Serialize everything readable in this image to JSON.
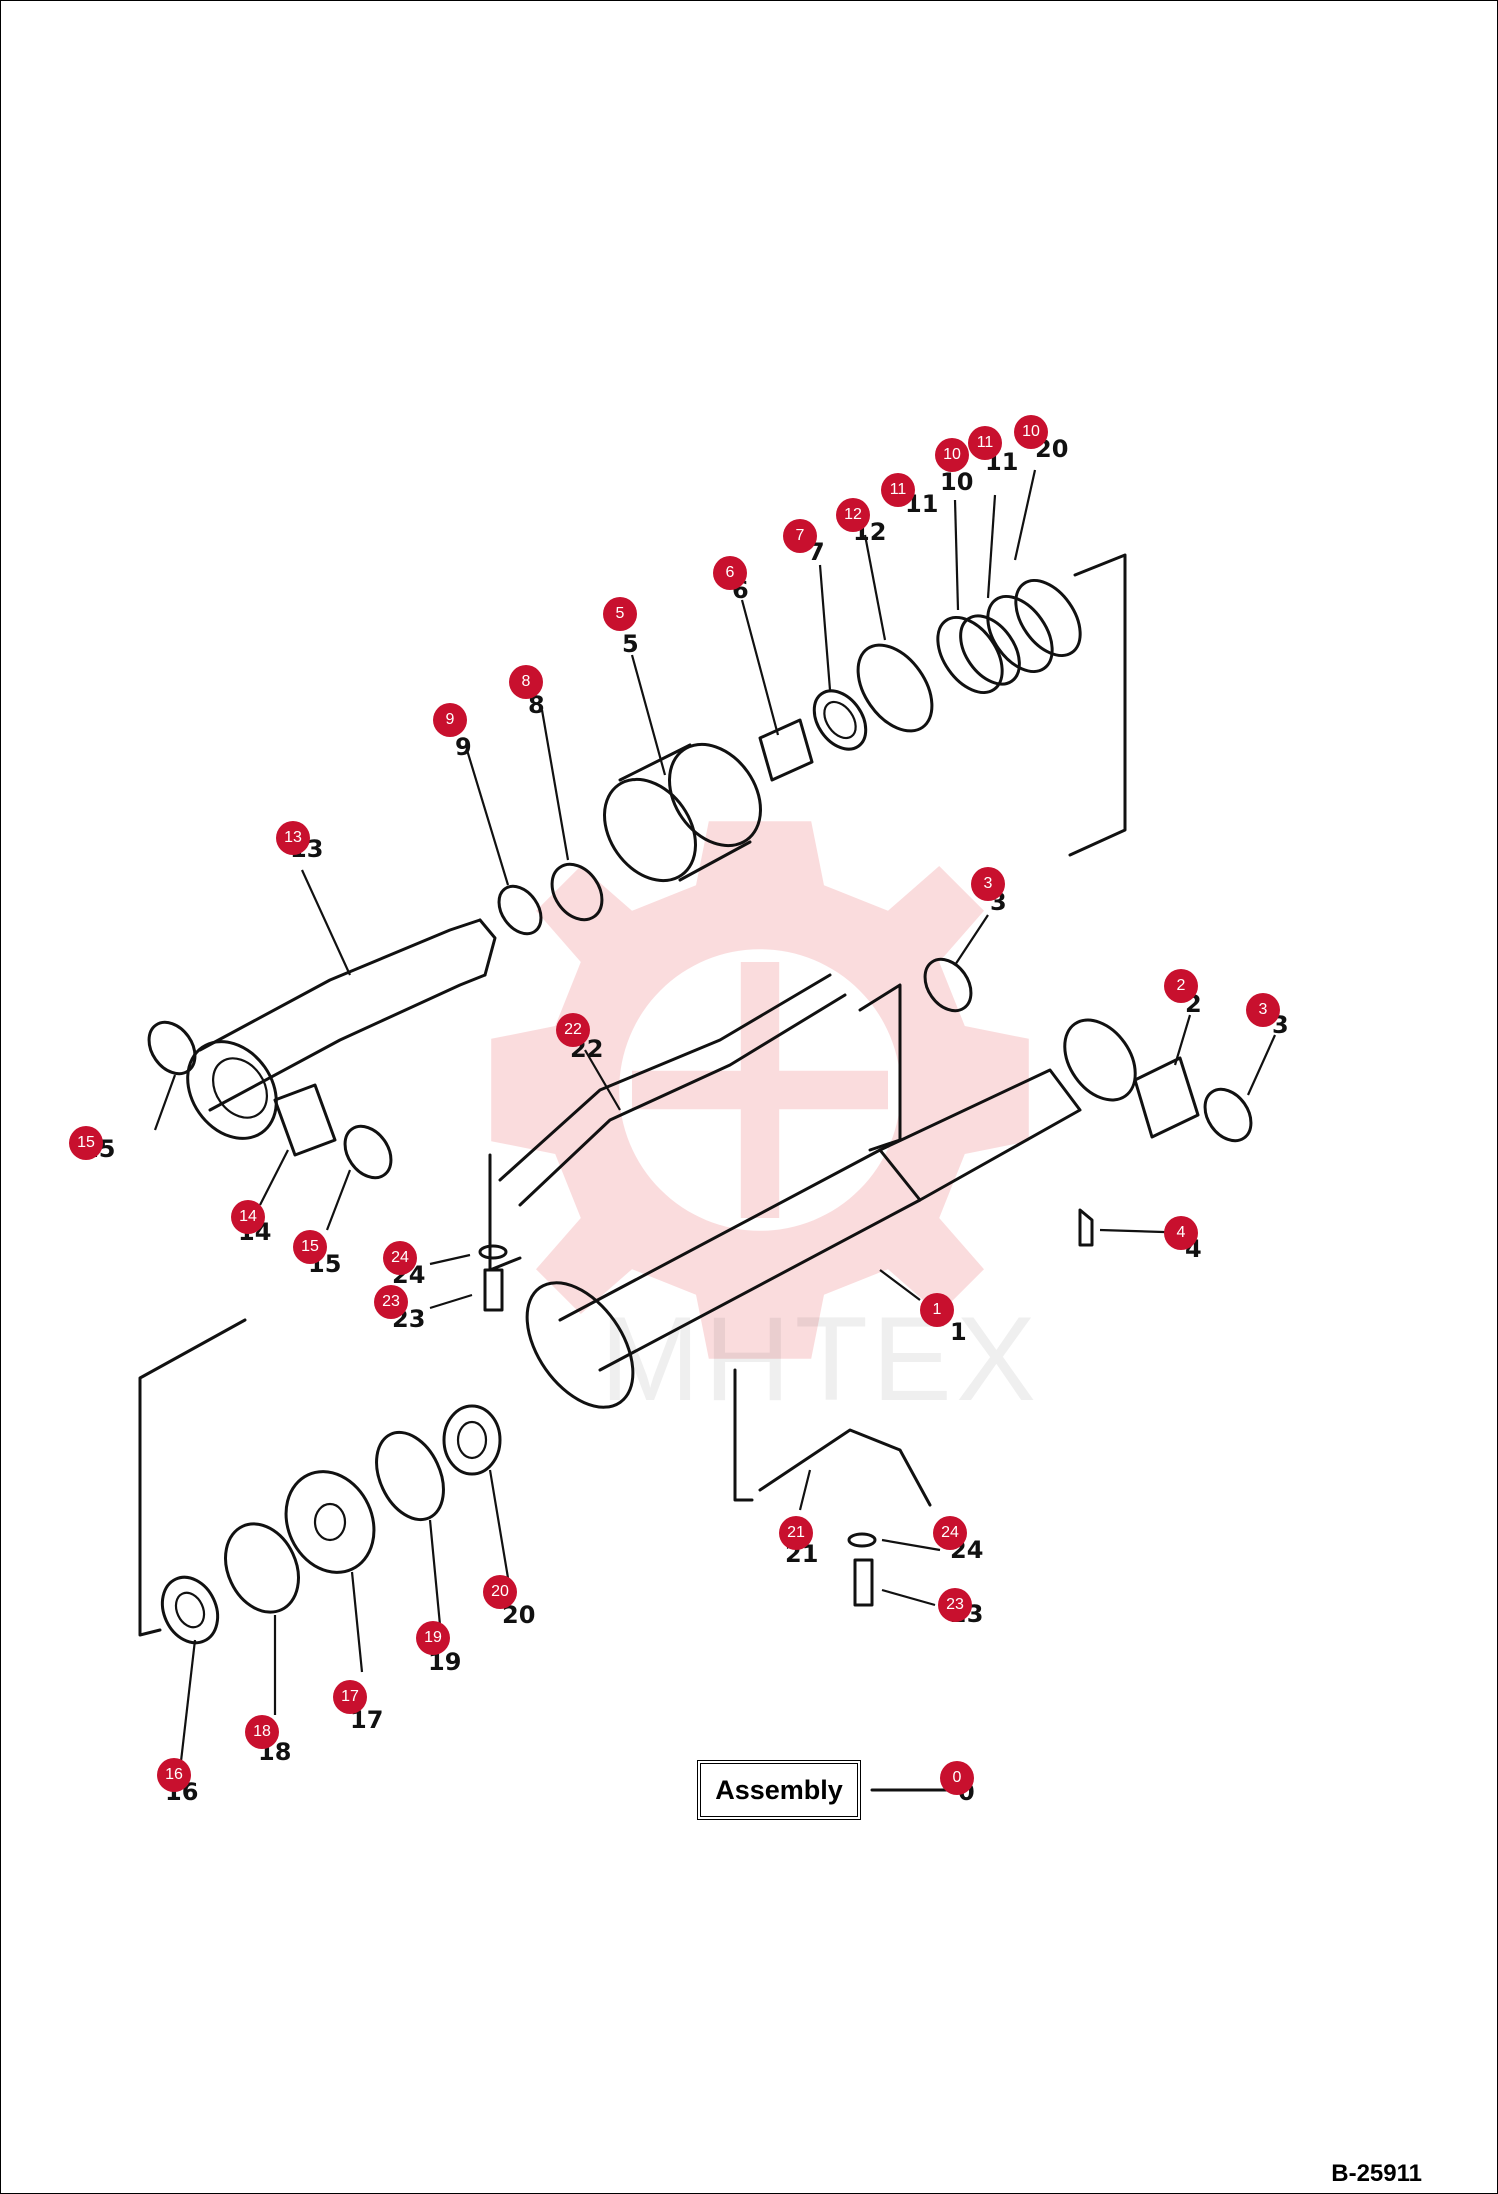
{
  "diagram": {
    "drawing_number": "B-25911",
    "assembly_label": "Assembly",
    "watermark_text": "МНТЕХ",
    "accent_color": "#c8102e",
    "icons": [
      "gear-watermark-icon"
    ],
    "callouts": [
      {
        "id": "c10a",
        "label": "10"
      },
      {
        "id": "c11a",
        "label": "11"
      },
      {
        "id": "c10b",
        "label": "10"
      },
      {
        "id": "c11b",
        "label": "11"
      },
      {
        "id": "c12",
        "label": "12"
      },
      {
        "id": "c7",
        "label": "7"
      },
      {
        "id": "c6",
        "label": "6"
      },
      {
        "id": "c5",
        "label": "5"
      },
      {
        "id": "c8",
        "label": "8"
      },
      {
        "id": "c9",
        "label": "9"
      },
      {
        "id": "c13",
        "label": "13"
      },
      {
        "id": "c3a",
        "label": "3"
      },
      {
        "id": "c2",
        "label": "2"
      },
      {
        "id": "c3b",
        "label": "3"
      },
      {
        "id": "c22",
        "label": "22"
      },
      {
        "id": "c15a",
        "label": "15"
      },
      {
        "id": "c14",
        "label": "14"
      },
      {
        "id": "c15b",
        "label": "15"
      },
      {
        "id": "c24a",
        "label": "24"
      },
      {
        "id": "c23a",
        "label": "23"
      },
      {
        "id": "c4",
        "label": "4"
      },
      {
        "id": "c1",
        "label": "1"
      },
      {
        "id": "c21",
        "label": "21"
      },
      {
        "id": "c24b",
        "label": "24"
      },
      {
        "id": "c23b",
        "label": "23"
      },
      {
        "id": "c20",
        "label": "20"
      },
      {
        "id": "c19",
        "label": "19"
      },
      {
        "id": "c17",
        "label": "17"
      },
      {
        "id": "c18",
        "label": "18"
      },
      {
        "id": "c16",
        "label": "16"
      },
      {
        "id": "c0",
        "label": "0"
      }
    ],
    "printed_numbers": [
      "20",
      "11",
      "10",
      "11",
      "12",
      "7",
      "6",
      "5",
      "8",
      "9",
      "13",
      "3",
      "2",
      "3",
      "22",
      "15",
      "14",
      "15",
      "24",
      "23",
      "4",
      "1",
      "21",
      "24",
      "23",
      "20",
      "19",
      "17",
      "18",
      "16",
      "0"
    ]
  }
}
